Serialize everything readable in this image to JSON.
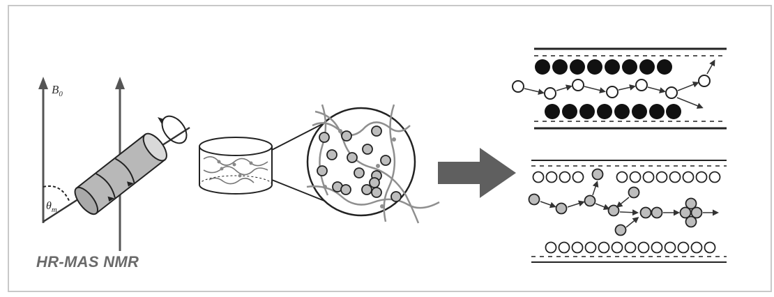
{
  "figure": {
    "caption": "HR-MAS NMR",
    "field_label": "B",
    "field_sub": "0",
    "angle_label": "θ",
    "angle_sub": "m",
    "colors": {
      "frame": "#c8c8c8",
      "axis": "#555555",
      "cylinder": "#b8b8b8",
      "arrow": "#5f5f5f",
      "dark_particle": "#111111",
      "light_particle": "#bdbdbd"
    },
    "icons": [
      "magnet-field-axis",
      "rotor-cylinder",
      "gel-sample-dish",
      "magnified-pore-circle",
      "process-arrow",
      "diffusion-channel"
    ]
  }
}
